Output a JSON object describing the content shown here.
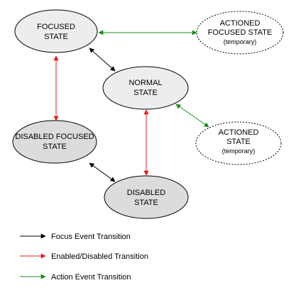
{
  "colors": {
    "focus_arrow": "#000000",
    "enabled_arrow": "#e8191e",
    "action_arrow": "#1a8a1a",
    "state_fill": "#ededed",
    "disabled_fill": "#dcdcdc",
    "temporary_fill": "#ffffff",
    "outline": "#000000"
  },
  "nodes": {
    "focused": {
      "line1": "FOCUSED",
      "line2": "STATE"
    },
    "actioned_focused": {
      "line1": "ACTIONED",
      "line2": "FOCUSED STATE",
      "line3": "(temporary)"
    },
    "normal": {
      "line1": "NORMAL",
      "line2": "STATE"
    },
    "actioned": {
      "line1": "ACTIONED",
      "line2": "STATE",
      "line3": "(temporary)"
    },
    "disabled_focused": {
      "line1": "DISABLED FOCUSED",
      "line2": "STATE"
    },
    "disabled": {
      "line1": "DISABLED",
      "line2": "STATE"
    }
  },
  "legend": {
    "focus": "Focus Event Transition",
    "enabled": "Enabled/Disabled Transition",
    "action": "Action Event Transition"
  }
}
